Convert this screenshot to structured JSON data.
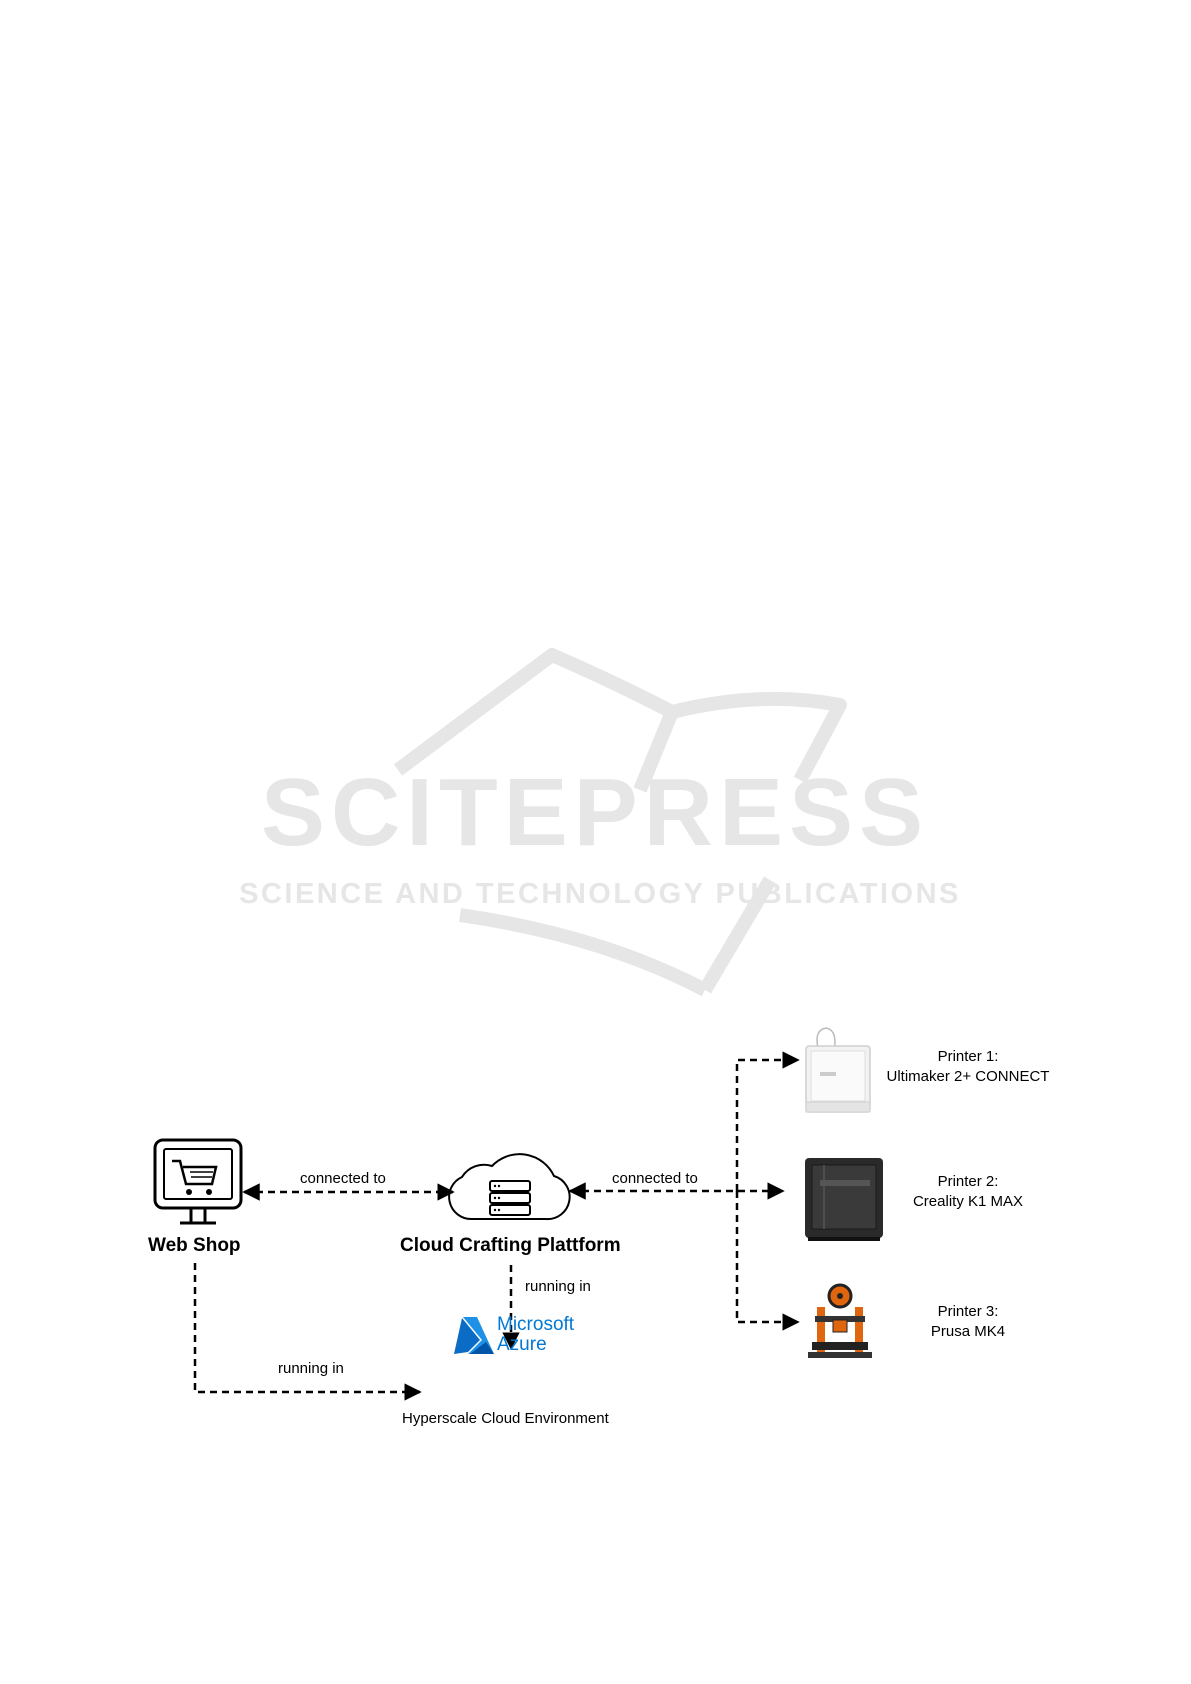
{
  "watermark": {
    "brand": "SCITEPRESS",
    "tagline": "SCIENCE AND TECHNOLOGY PUBLICATIONS"
  },
  "nodes": {
    "webshop": {
      "label": "Web Shop",
      "icon": "shopping-cart-monitor-icon"
    },
    "platform": {
      "label": "Cloud Crafting Plattform",
      "icon": "cloud-server-icon"
    },
    "azure": {
      "line1": "Microsoft",
      "line2": "Azure",
      "caption": "Hyperscale Cloud Environment",
      "icon": "azure-logo-icon",
      "color": "#0078d4"
    }
  },
  "edges": {
    "webshop_platform": "connected to",
    "platform_printers": "connected to",
    "platform_azure": "running in",
    "webshop_azure": "running in"
  },
  "printers": [
    {
      "title": "Printer 1:",
      "model": "Ultimaker 2+ CONNECT",
      "icon": "white-3d-printer-icon"
    },
    {
      "title": "Printer 2:",
      "model": "Creality K1 MAX",
      "icon": "black-enclosed-3d-printer-icon"
    },
    {
      "title": "Printer 3:",
      "model": "Prusa MK4",
      "icon": "orange-open-frame-3d-printer-icon"
    }
  ]
}
